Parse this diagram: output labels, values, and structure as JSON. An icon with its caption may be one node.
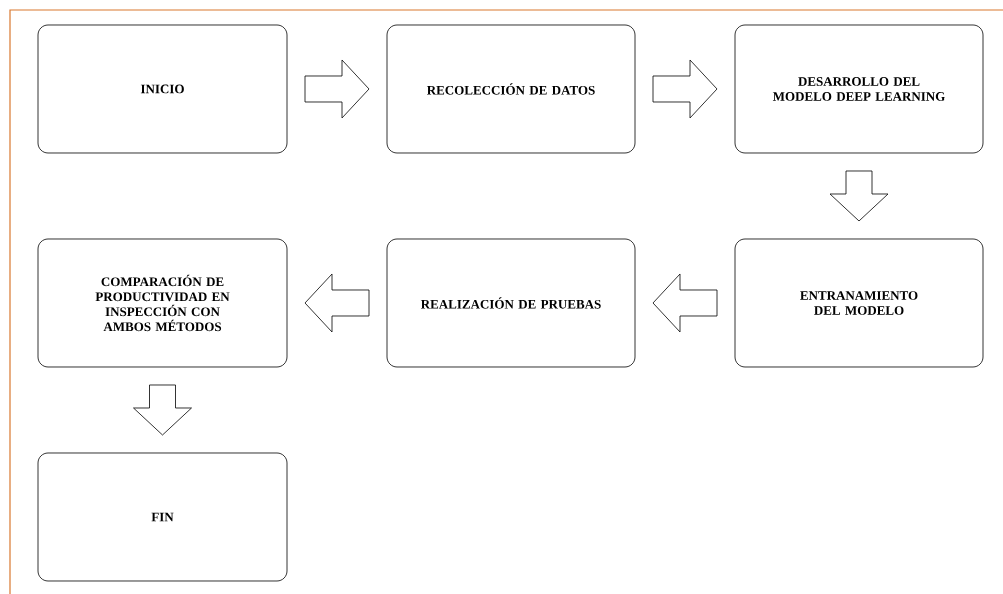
{
  "diagram": {
    "nodes": [
      {
        "text": [
          "INICIO"
        ]
      },
      {
        "text": [
          "RECOLECCIÓN DE DATOS"
        ]
      },
      {
        "text": [
          "DESARROLLO DEL MODELO DEEP LEARNING"
        ]
      },
      {
        "text": [
          "ENTRANAMIENTO DEL MODELO"
        ]
      },
      {
        "text": [
          "REALIZACIÓN DE PRUEBAS"
        ]
      },
      {
        "text": [
          "COMPARACIÓN DE PRODUCTIVIDAD EN INSPECCIÓN CON AMBOS MÉTODOS"
        ]
      },
      {
        "text": [
          "FIN"
        ]
      }
    ],
    "edges": [
      {
        "from": 0,
        "to": 1,
        "arrow": "to"
      },
      {
        "from": 1,
        "to": 2,
        "arrow": "to"
      },
      {
        "from": 2,
        "to": 3,
        "arrow": "to"
      },
      {
        "from": 3,
        "to": 4,
        "arrow": "to"
      },
      {
        "from": 4,
        "to": 5,
        "arrow": "to"
      },
      {
        "from": 5,
        "to": 6,
        "arrow": "to"
      }
    ]
  }
}
